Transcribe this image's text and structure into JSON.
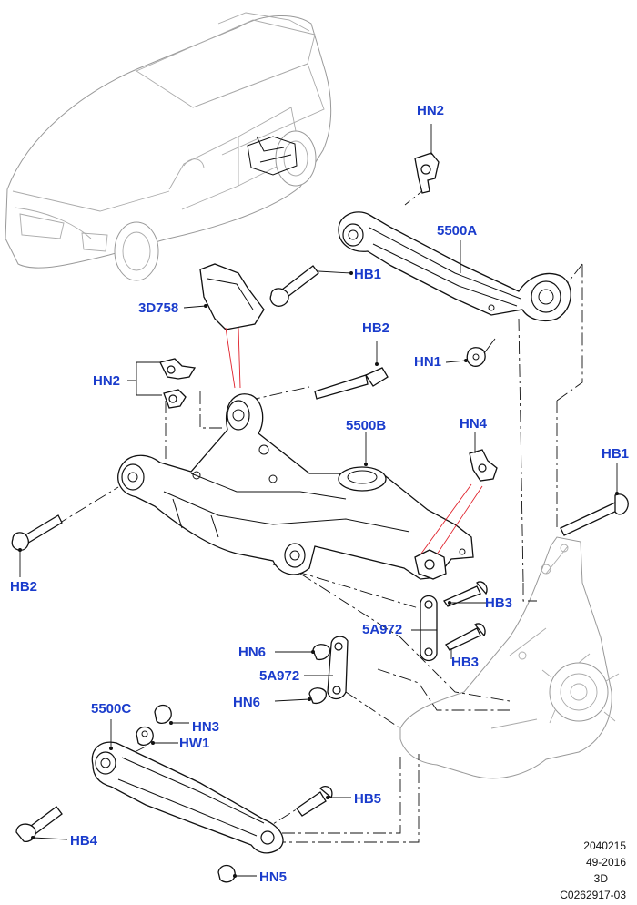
{
  "labels": {
    "hn2_top": "HN2",
    "a5500": "5500A",
    "hb1_upper": "HB1",
    "d3d758": "3D758",
    "hb2_upper": "HB2",
    "hn1": "HN1",
    "hn2_left": "HN2",
    "b5500": "5500B",
    "hn4": "HN4",
    "hb1_right": "HB1",
    "hb2_left": "HB2",
    "hb3_upper": "HB3",
    "a972_upper": "5A972",
    "hn6_upper": "HN6",
    "hb3_lower": "HB3",
    "a972_lower": "5A972",
    "hn6_lower": "HN6",
    "c5500": "5500C",
    "hn3": "HN3",
    "hw1": "HW1",
    "hb5": "HB5",
    "hb4": "HB4",
    "hn5": "HN5"
  },
  "meta": {
    "line1": "2040215",
    "line2": "49-2016",
    "line3": "3D",
    "line4": "C0262917-03"
  },
  "colors": {
    "callout": "#1a3ccc",
    "line": "#111111",
    "ghost": "#999999",
    "highlight": "#e0202a"
  }
}
